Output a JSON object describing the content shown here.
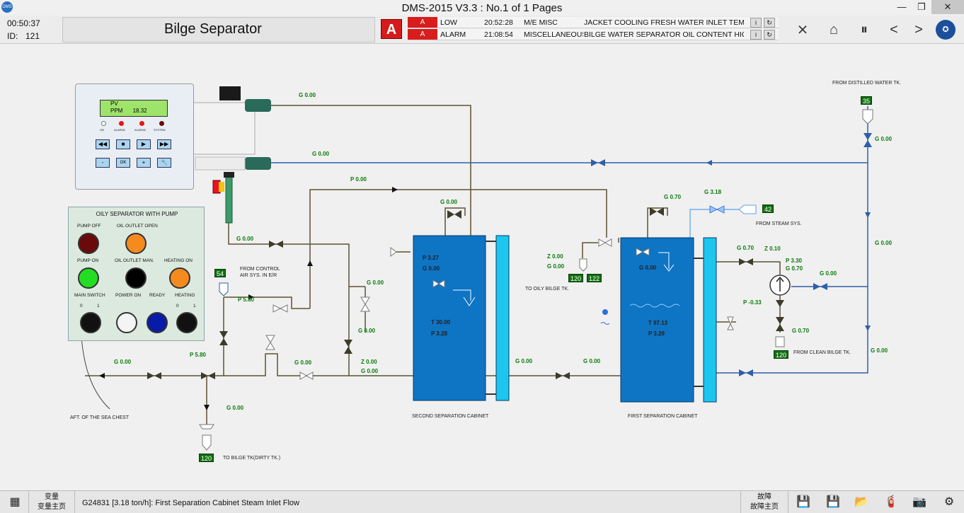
{
  "window": {
    "title": "DMS-2015 V3.3 : No.1 of 1 Pages",
    "app_icon": "DMS"
  },
  "header": {
    "time": "00:50:37",
    "id_label": "ID:",
    "id_value": "121",
    "page_title": "Bilge Separator",
    "alarm_badge": "A",
    "alarms": [
      {
        "tag": "A",
        "type": "LOW",
        "time": "20:52:28",
        "group": "M/E MISC",
        "text": "JACKET COOLING FRESH WATER INLET TEMI"
      },
      {
        "tag": "A",
        "type": "ALARM",
        "time": "21:08:54",
        "group": "MISCELLANEOUS",
        "text": "BILGE WATER SEPARATOR OIL CONTENT HIG"
      }
    ],
    "nav_icons": [
      "mute-icon",
      "home-icon",
      "pause-icon",
      "previous-icon",
      "next-icon",
      "logo-icon"
    ]
  },
  "controller": {
    "lcd_line1": "PV",
    "lcd_line2_label": "PPM",
    "lcd_line2_value": "18.32",
    "led_labels": [
      "ON",
      "ALARM1",
      "ALARM2",
      "SYSTEM"
    ],
    "buttons": [
      "◀◀",
      "■",
      "▶",
      "▶▶",
      "-",
      "OK",
      "+",
      "🔧"
    ]
  },
  "panel": {
    "title": "OILY SEPARATOR WITH PUMP",
    "labels": {
      "pump_off": "PUMP OFF",
      "oil_outlet_open": "OIL OUTLET OPEN",
      "pump_on": "PUMP ON",
      "oil_outlet_man": "OIL OUTLET MAN.",
      "heating_on": "HEATING ON",
      "main_switch": "MAIN SWITCH",
      "power_on": "POWER ON",
      "ready": "READY",
      "heating": "HEATING",
      "sw0": "0",
      "sw1": "1"
    },
    "colors": {
      "pump_off": "#6b0a0a",
      "oil_outlet_open": "#f58a1e",
      "pump_on": "#22dd22",
      "oil_outlet_man": "#000000",
      "heating_on": "#f58a1e",
      "power_on": "#f4f4f4",
      "ready": "#0a1aa8"
    }
  },
  "diagram": {
    "labels": {
      "from_distilled": "FROM DISTILLED WATER TK.",
      "from_steam": "FROM STEAM SYS.",
      "from_control_air": "FROM CONTROL",
      "from_control_air2": "AIR SYS. IN E/R",
      "to_oily_bilge": "TO OILY BILGE TK.",
      "from_clean_bilge": "FROM CLEAN BILGE TK.",
      "aft_sea_chest": "AFT. OF THE SEA CHEST",
      "to_bilge_dirty": "TO BILGE TK(DIRTY TK.)",
      "second_cabinet": "SECOND SEPARATION CABINET",
      "first_cabinet": "FIRST SEPARATION CABINET"
    },
    "values": {
      "g_top1": "G 0.00",
      "g_top2": "G 0.00",
      "p_top": "P 0.00",
      "g_distilled": "G 0.00",
      "num_distilled": "35",
      "g_steam": "G 3.18",
      "num_steam": "42",
      "g_first_top": "G 0.70",
      "g_second_top": "G 0.00",
      "g_left_air": "G 0.00",
      "num_air": "54",
      "p_air": "P 5.80",
      "g_bypass1": "G 0.00",
      "g_bypass2": "G 0.00",
      "z_mid": "Z 0.00",
      "g_mid": "G 0.00",
      "z_oily": "Z 0.00",
      "g_oily": "G 0.00",
      "num_oily1": "120",
      "num_oily2": "122",
      "second_p1": "P 3.27",
      "second_g": "G 0.00",
      "second_t": "T 30.00",
      "second_p2": "P 3.28",
      "first_g": "G 0.00",
      "first_t": "T 97.13",
      "first_p": "P 3.29",
      "g_out1": "G 0.70",
      "z_out": "Z 0.10",
      "p_pump": "P 3.30",
      "g_pump": "G 0.70",
      "g_pump_side": "G 0.00",
      "p_neg": "P -0.33",
      "g_clean": "G 0.70",
      "num_clean": "120",
      "g_right_vert": "G 0.00",
      "g_right_low": "G 0.00",
      "g_between1": "G 0.00",
      "g_between2": "G 0.00",
      "g_left_line": "G 0.00",
      "p_left": "P 5.80",
      "g_dirty": "G 0.00",
      "num_dirty": "120",
      "g_valve_mid": "G 0.00"
    }
  },
  "bottombar": {
    "left_btn_top": "变量",
    "left_btn_bottom": "变量主页",
    "status": "G24831 [3.18 ton/h]: First Separation Cabinet Steam Inlet Flow",
    "right_btn_top": "故障",
    "right_btn_bottom": "故障主页",
    "icons": [
      "grid-icon",
      "save-icon",
      "save-as-icon",
      "open-folder-icon",
      "extinguisher-icon",
      "camera-icon",
      "settings-icon"
    ]
  }
}
